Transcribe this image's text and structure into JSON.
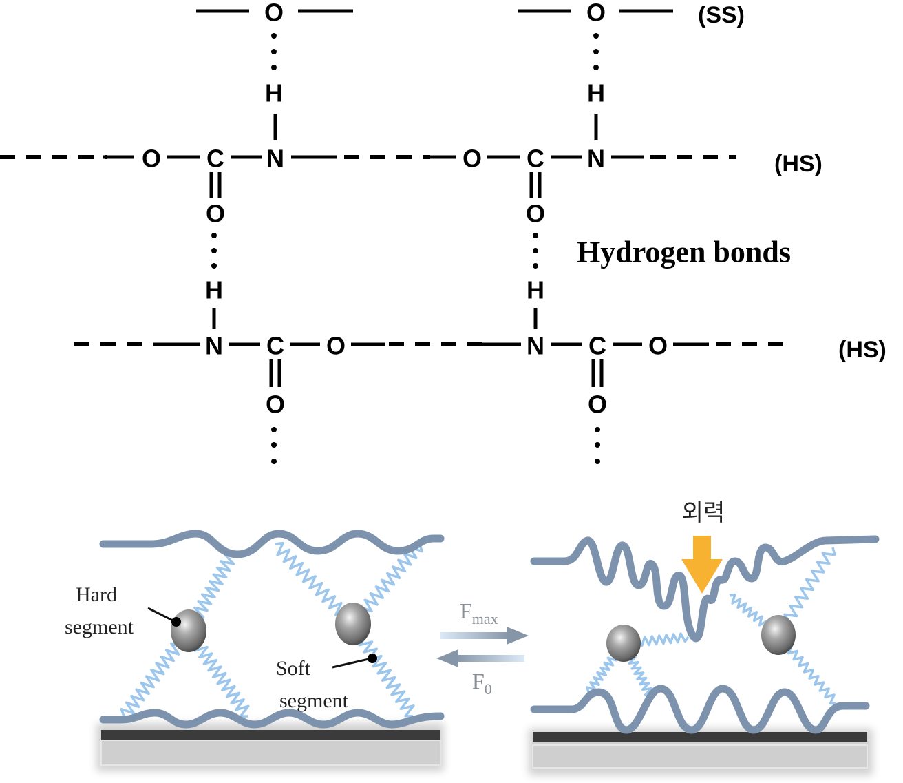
{
  "chemistry": {
    "title": "Hydrogen bonds",
    "segment_labels": {
      "soft": "(SS)",
      "hard_upper": "(HS)",
      "hard_lower": "(HS)"
    },
    "atoms": {
      "oxygen": "O",
      "carbon": "C",
      "nitrogen": "N",
      "hydrogen": "H"
    }
  },
  "mechanics": {
    "hard_segment_label_line1": "Hard",
    "hard_segment_label_line2": "segment",
    "soft_segment_label_line1": "Soft",
    "soft_segment_label_line2": "segment",
    "forward_force": "F",
    "forward_force_sub": "max",
    "reverse_force": "F",
    "reverse_force_sub": "0",
    "external_force_label": "외력",
    "colors": {
      "chain": "#7d93ad",
      "spring": "#9cc6ec",
      "bead": "#8c8c8c",
      "arrow_external": "#f8b232",
      "substrate_dark": "#3b3b3b",
      "substrate_light": "#cfcfcf"
    }
  }
}
